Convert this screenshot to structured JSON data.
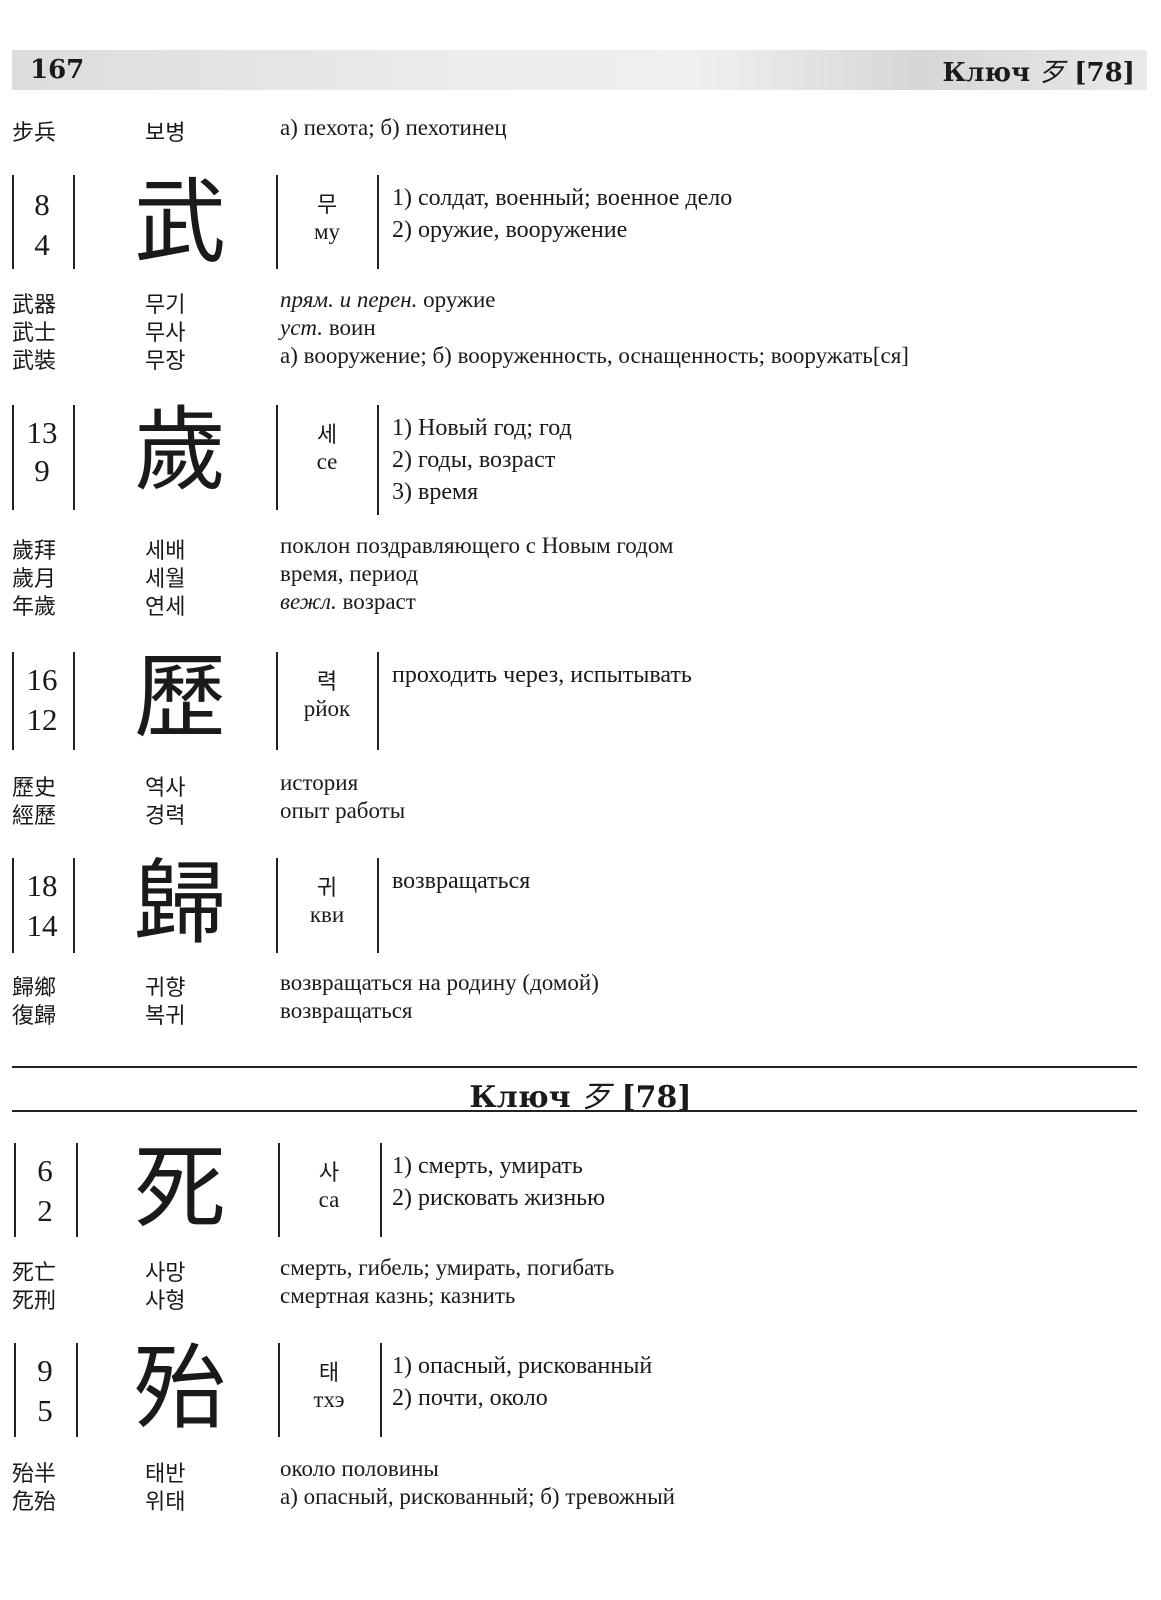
{
  "header": {
    "page_number": "167",
    "running_title_prefix": "Ключ",
    "running_title_glyph": "歹",
    "running_title_num": "[78]"
  },
  "top_words": [
    {
      "hanja": "步兵",
      "hangul": "보병",
      "gloss": "а) пехота; б) пехотинец"
    }
  ],
  "entries": [
    {
      "strokes_total": "8",
      "strokes_extra": "4",
      "char": "武",
      "reading_hangul": "무",
      "reading_cyr": "му",
      "senses": [
        "1) солдат, военный; военное дело",
        "2) оружие, вооружение"
      ],
      "words": [
        {
          "hanja": "武器",
          "hangul": "무기",
          "abbr": "прям. и перен.",
          "gloss": " оружие"
        },
        {
          "hanja": "武士",
          "hangul": "무사",
          "abbr": "уст.",
          "gloss": " воин"
        },
        {
          "hanja": "武裝",
          "hangul": "무장",
          "abbr": "",
          "gloss": "а) вооружение; б) вооруженность, оснащенность; вооружать[ся]"
        }
      ]
    },
    {
      "strokes_total": "13",
      "strokes_extra": "9",
      "char": "歲",
      "reading_hangul": "세",
      "reading_cyr": "се",
      "senses": [
        "1) Новый год; год",
        "2) годы, возраст",
        "3) время"
      ],
      "words": [
        {
          "hanja": "歲拜",
          "hangul": "세배",
          "abbr": "",
          "gloss": "поклон поздравляющего с Новым годом"
        },
        {
          "hanja": "歲月",
          "hangul": "세월",
          "abbr": "",
          "gloss": "время, период"
        },
        {
          "hanja": "年歲",
          "hangul": "연세",
          "abbr": "вежл.",
          "gloss": " возраст"
        }
      ]
    },
    {
      "strokes_total": "16",
      "strokes_extra": "12",
      "char": "歷",
      "reading_hangul": "력",
      "reading_cyr": "рйок",
      "senses": [
        "проходить через, испытывать"
      ],
      "words": [
        {
          "hanja": "歷史",
          "hangul": "역사",
          "abbr": "",
          "gloss": "история"
        },
        {
          "hanja": "經歷",
          "hangul": "경력",
          "abbr": "",
          "gloss": "опыт работы"
        }
      ]
    },
    {
      "strokes_total": "18",
      "strokes_extra": "14",
      "char": "歸",
      "reading_hangul": "귀",
      "reading_cyr": "кви",
      "senses": [
        "возвращаться"
      ],
      "words": [
        {
          "hanja": "歸鄉",
          "hangul": "귀향",
          "abbr": "",
          "gloss": "возвращаться на родину (домой)"
        },
        {
          "hanja": "復歸",
          "hangul": "복귀",
          "abbr": "",
          "gloss": "возвращаться"
        }
      ]
    }
  ],
  "section": {
    "prefix": "Ключ",
    "glyph": "歹",
    "num": "[78]"
  },
  "entries2": [
    {
      "strokes_total": "6",
      "strokes_extra": "2",
      "char": "死",
      "reading_hangul": "사",
      "reading_cyr": "са",
      "senses": [
        "1) смерть, умирать",
        "2) рисковать жизнью"
      ],
      "words": [
        {
          "hanja": "死亡",
          "hangul": "사망",
          "abbr": "",
          "gloss": "смерть, гибель; умирать, погибать"
        },
        {
          "hanja": "死刑",
          "hangul": "사형",
          "abbr": "",
          "gloss": "смертная казнь; казнить"
        }
      ]
    },
    {
      "strokes_total": "9",
      "strokes_extra": "5",
      "char": "殆",
      "reading_hangul": "태",
      "reading_cyr": "тхэ",
      "senses": [
        "1) опасный, рискованный",
        "2) почти, около"
      ],
      "words": [
        {
          "hanja": "殆半",
          "hangul": "태반",
          "abbr": "",
          "gloss": "около половины"
        },
        {
          "hanja": "危殆",
          "hangul": "위태",
          "abbr": "",
          "gloss": "а) опасный, рискованный; б) тревожный"
        }
      ]
    }
  ]
}
